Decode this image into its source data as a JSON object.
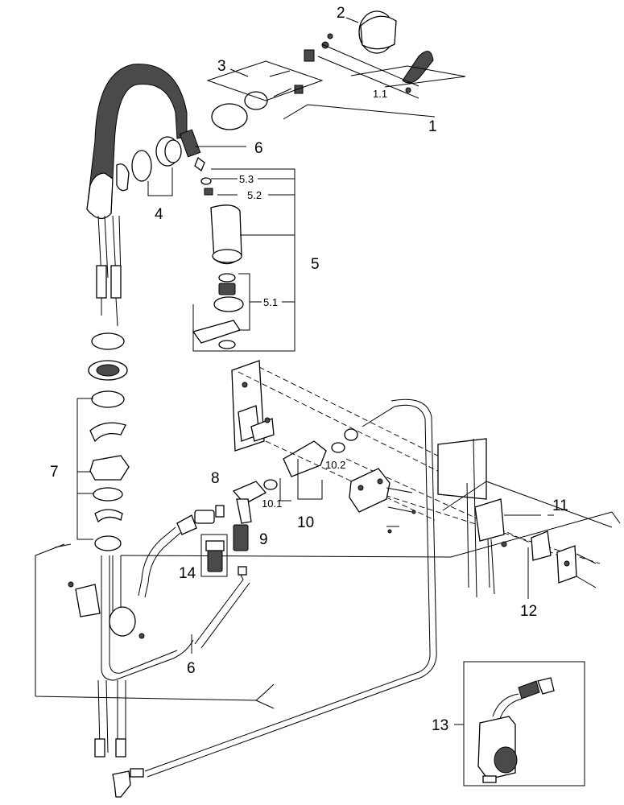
{
  "callouts": {
    "c1": "1",
    "c1_1": "1.1",
    "c2": "2",
    "c3": "3",
    "c4": "4",
    "c5": "5",
    "c5_1": "5.1",
    "c5_2": "5.2",
    "c5_3": "5.3",
    "c6_top": "6",
    "c6_bottom": "6",
    "c7": "7",
    "c8": "8",
    "c9": "9",
    "c10": "10",
    "c10_1": "10.1",
    "c10_2": "10.2",
    "c11": "11",
    "c12": "12",
    "c13": "13",
    "c14": "14"
  }
}
